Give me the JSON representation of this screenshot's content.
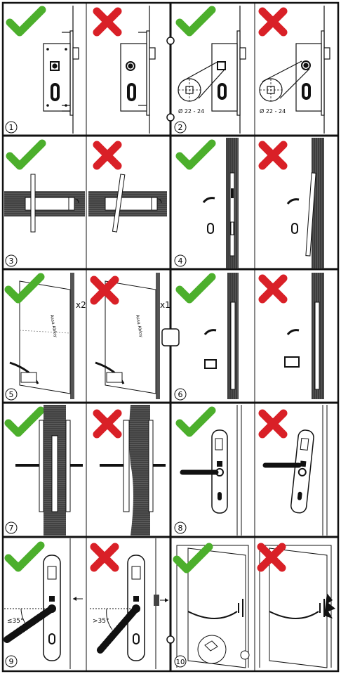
{
  "panels": [
    {
      "num": "1"
    },
    {
      "num": "2",
      "diameter_ok": "Ø 22 - 24",
      "diameter_bad": "Ø 22 - 24"
    },
    {
      "num": "3"
    },
    {
      "num": "4"
    },
    {
      "num": "5",
      "mult_ok": "x2",
      "mult_bad": "x1",
      "brand_ok": "Assa Abloy",
      "brand_bad": "Assa Abloy"
    },
    {
      "num": "6"
    },
    {
      "num": "7"
    },
    {
      "num": "8"
    },
    {
      "num": "9",
      "angle_ok": "≤35°",
      "angle_bad": ">35°"
    },
    {
      "num": "10"
    }
  ],
  "colors": {
    "correct": "#4caf2c",
    "wrong": "#d92027",
    "line": "#111111",
    "wood": "#3c3c3c"
  },
  "icons": {
    "correct": "check-mark-icon",
    "wrong": "cross-mark-icon"
  }
}
